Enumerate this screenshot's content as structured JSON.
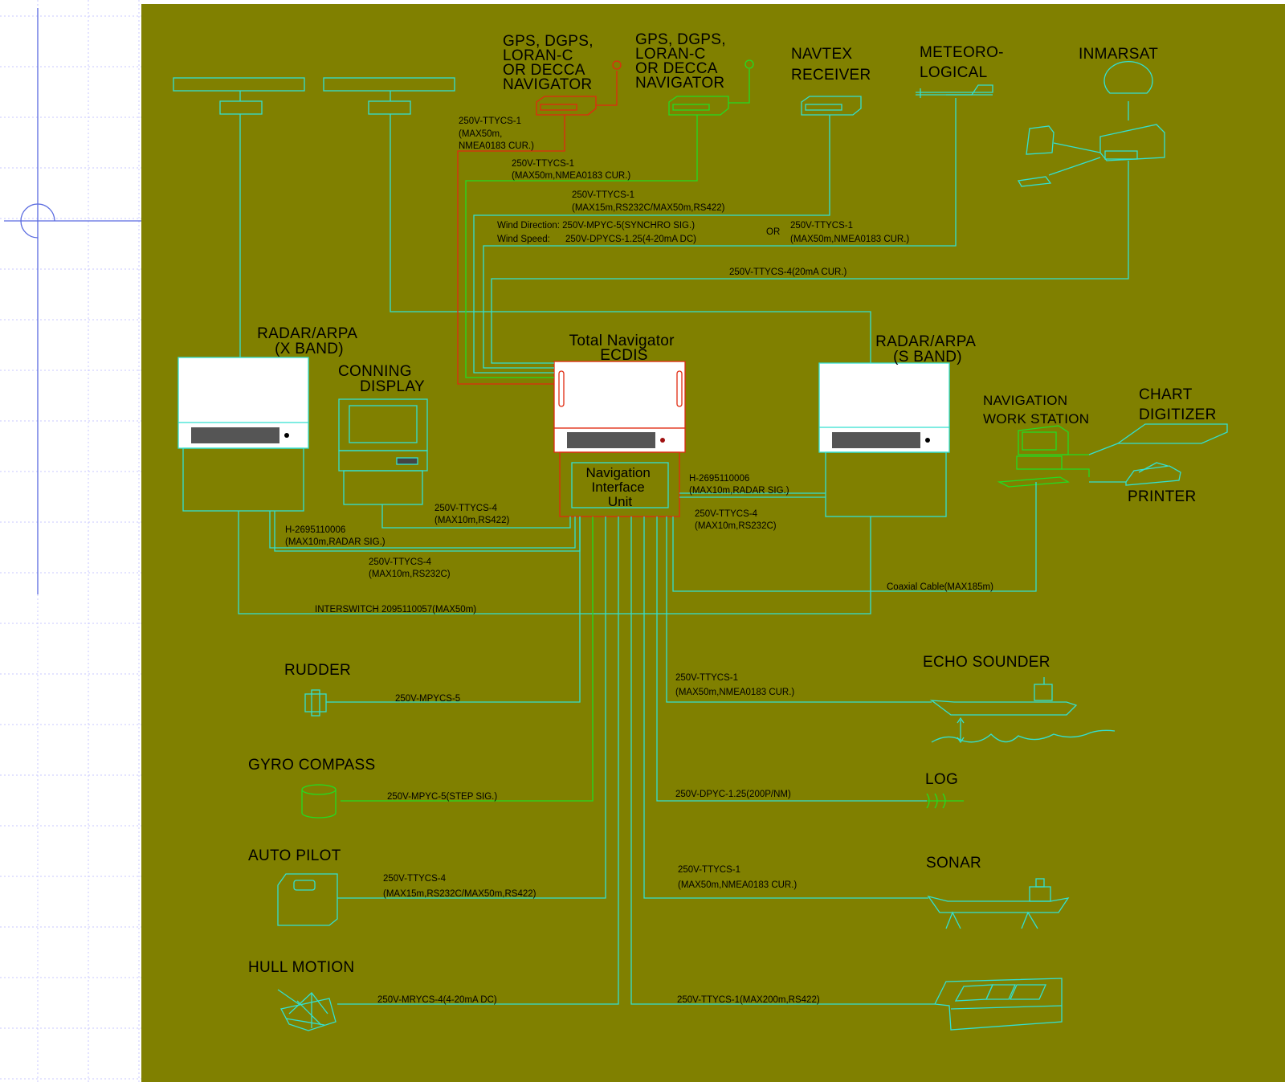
{
  "colors": {
    "background": "#808000",
    "cable_cyan": "#33e0d0",
    "cable_green": "#22dd22",
    "cable_red": "#e02a10",
    "text": "#000000",
    "slide_grid": "#c8c8ff",
    "slide_accent": "#5a6be0"
  },
  "devices": {
    "gps1": [
      "GPS, DGPS,",
      "LORAN-C",
      "OR DECCA",
      "NAVIGATOR"
    ],
    "gps2": [
      "GPS, DGPS,",
      "LORAN-C",
      "OR DECCA",
      "NAVIGATOR"
    ],
    "navtex": [
      "NAVTEX",
      "RECEIVER"
    ],
    "meteo": [
      "METEORO-",
      "LOGICAL"
    ],
    "inmarsat": "INMARSAT",
    "radar_x": [
      "RADAR/ARPA",
      "(X BAND)"
    ],
    "radar_s": [
      "RADAR/ARPA",
      "(S BAND)"
    ],
    "ecdis": [
      "Total Navigator",
      "ECDIS"
    ],
    "conning": [
      "CONNING",
      "DISPLAY"
    ],
    "niu": [
      "Navigation",
      "Interface",
      "Unit"
    ],
    "nav_ws": [
      "NAVIGATION",
      "WORK STATION"
    ],
    "chart_dig": [
      "CHART",
      "DIGITIZER"
    ],
    "printer": "PRINTER",
    "rudder": "RUDDER",
    "gyro": "GYRO  COMPASS",
    "autopilot": "AUTO  PILOT",
    "hull": "HULL  MOTION",
    "echo": "ECHO  SOUNDER",
    "log": "LOG",
    "sonar": "SONAR"
  },
  "cables": {
    "gps1": [
      "250V-TTYCS-1",
      "(MAX50m,",
      " NMEA0183 CUR.)"
    ],
    "gps2": [
      "250V-TTYCS-1",
      "(MAX50m,NMEA0183 CUR.)"
    ],
    "navtex": [
      "250V-TTYCS-1",
      "(MAX15m,RS232C/MAX50m,RS422)"
    ],
    "wind_dir": "Wind Direction: 250V-MPYC-5(SYNCHRO SIG.)",
    "wind_speed": "Wind Speed:      250V-DPYCS-1.25(4-20mA DC)",
    "or": "OR",
    "meteo": [
      "250V-TTYCS-1",
      "(MAX50m,NMEA0183 CUR.)"
    ],
    "inmarsat": "250V-TTYCS-4(20mA CUR.)",
    "radar_s_sig": [
      "H-2695110006",
      "(MAX10m,RADAR  SIG.)"
    ],
    "radar_s_rs232": [
      "250V-TTYCS-4",
      "(MAX10m,RS232C)"
    ],
    "conning": [
      "250V-TTYCS-4",
      "(MAX10m,RS422)"
    ],
    "radar_x_sig": [
      "H-2695110006",
      "(MAX10m,RADAR  SIG.)"
    ],
    "radar_x_rs232": [
      "250V-TTYCS-4",
      "(MAX10m,RS232C)"
    ],
    "coax": "Coaxial Cable(MAX185m)",
    "interswitch": "INTERSWITCH 2095110057(MAX50m)",
    "rudder": "250V-MPYCS-5",
    "echo": [
      "250V-TTYCS-1",
      "(MAX50m,NMEA0183  CUR.)"
    ],
    "gyro": "250V-MPYC-5(STEP SIG.)",
    "log": "250V-DPYC-1.25(200P/NM)",
    "autopilot": [
      "250V-TTYCS-4",
      "(MAX15m,RS232C/MAX50m,RS422)"
    ],
    "sonar": [
      "250V-TTYCS-1",
      "(MAX50m,NMEA0183  CUR.)"
    ],
    "hull": "250V-MRYCS-4(4-20mA DC)",
    "console": "250V-TTYCS-1(MAX200m,RS422)"
  }
}
